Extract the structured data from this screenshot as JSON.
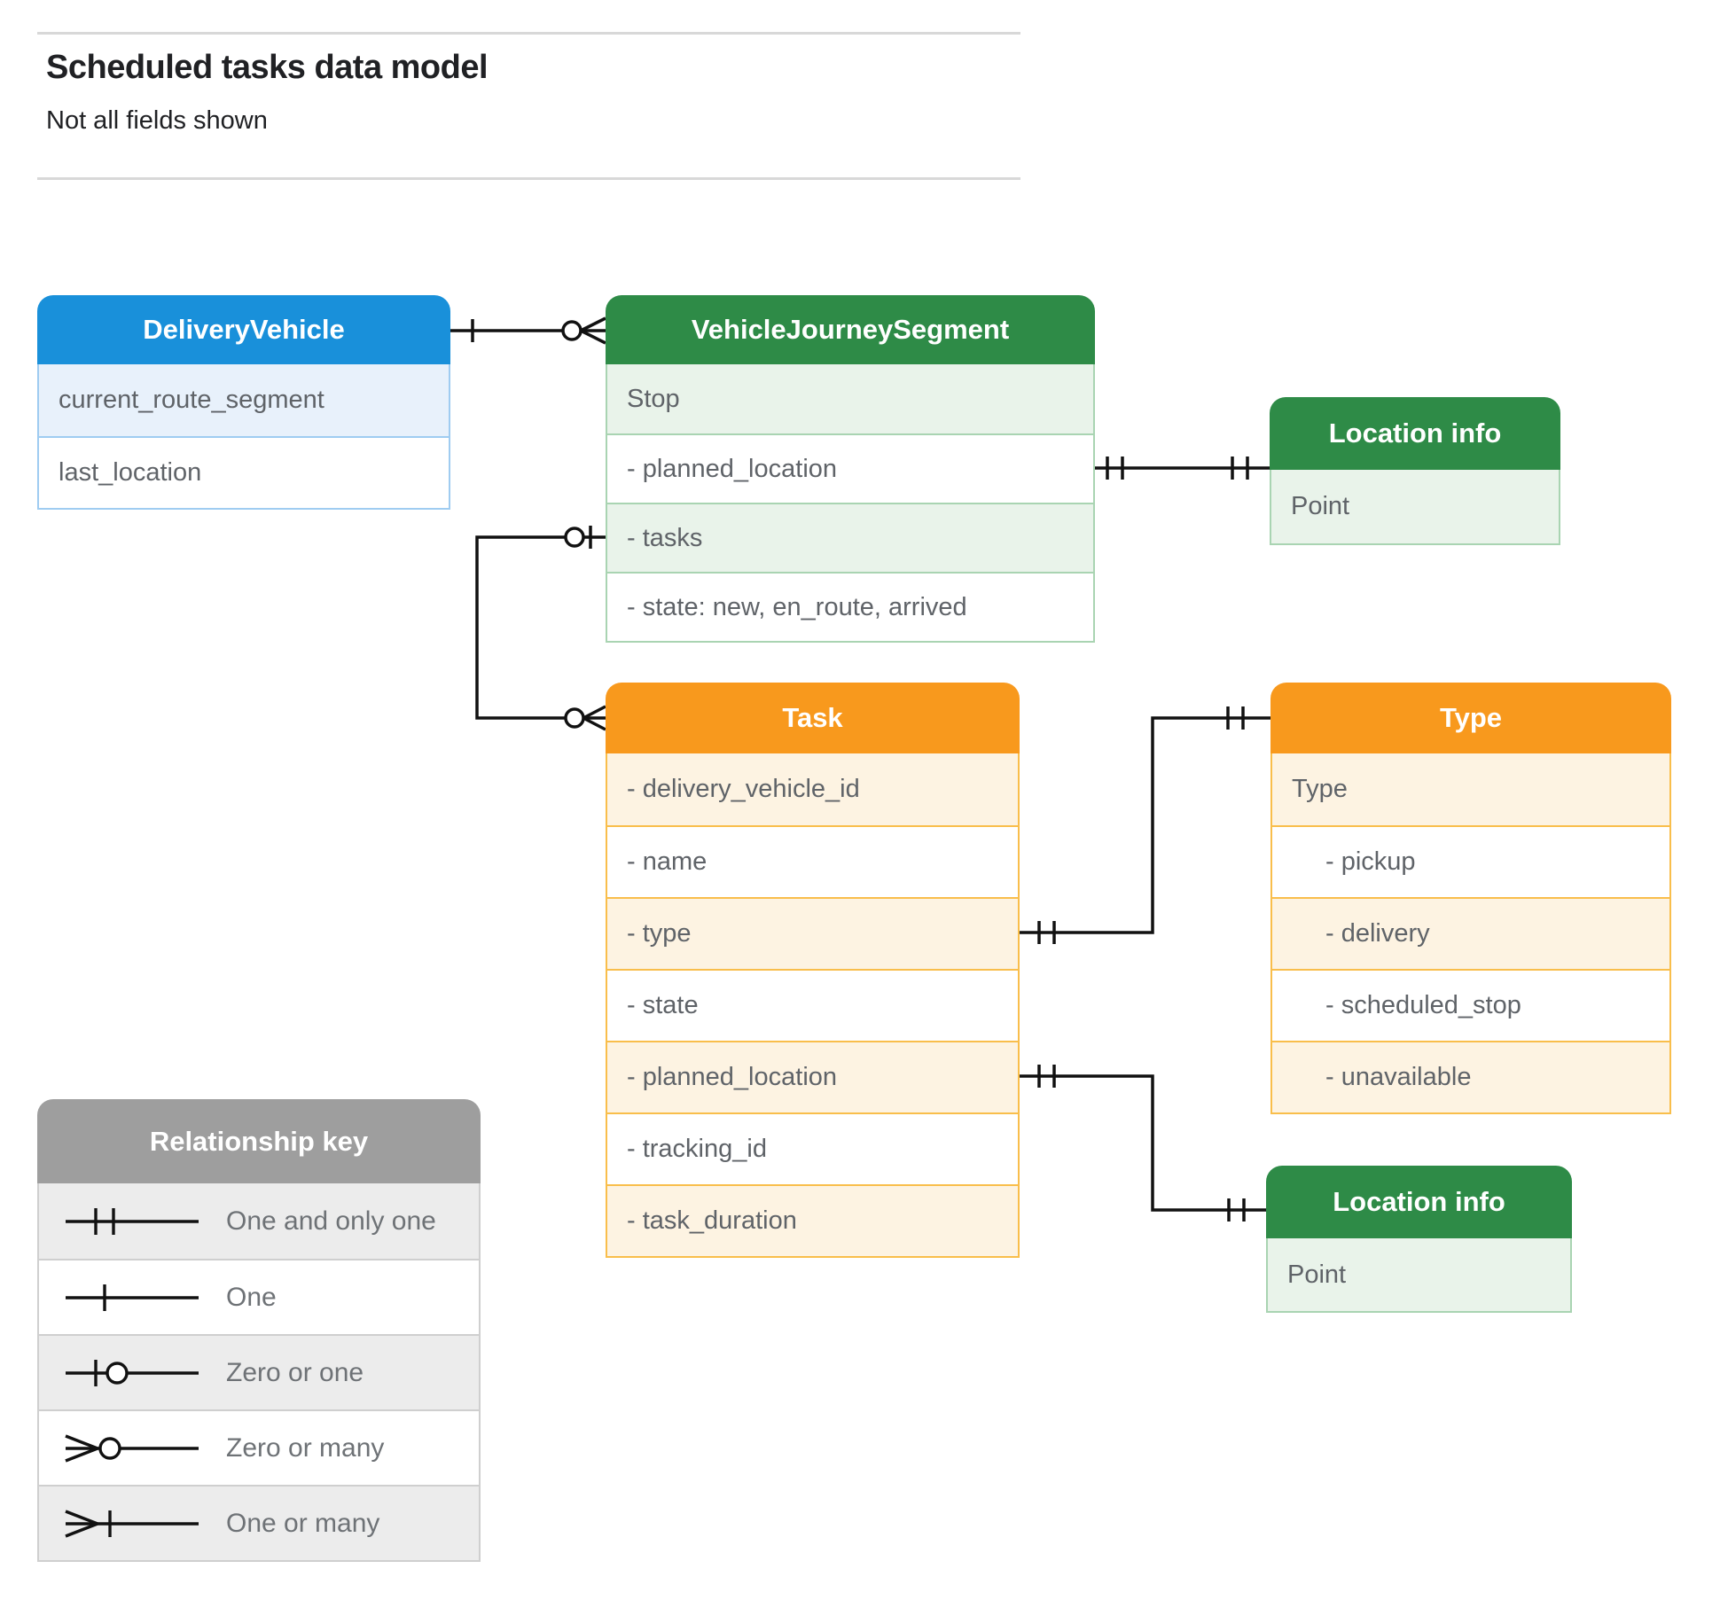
{
  "header": {
    "title": "Scheduled tasks data model",
    "subtitle": "Not all fields shown"
  },
  "entities": [
    {
      "id": "delivery-vehicle",
      "title": "DeliveryVehicle",
      "theme": "blue",
      "rows": [
        {
          "text": "current_route_segment"
        },
        {
          "text": "last_location"
        }
      ]
    },
    {
      "id": "vehicle-journey-segment",
      "title": "VehicleJourneySegment",
      "theme": "green",
      "rows": [
        {
          "text": "Stop"
        },
        {
          "text": "- planned_location"
        },
        {
          "text": "- tasks"
        },
        {
          "text": "- state: new, en_route, arrived"
        }
      ]
    },
    {
      "id": "location-info-top",
      "title": "Location info",
      "theme": "green",
      "rows": [
        {
          "text": "Point"
        }
      ]
    },
    {
      "id": "task",
      "title": "Task",
      "theme": "orange",
      "rows": [
        {
          "text": "- delivery_vehicle_id"
        },
        {
          "text": "- name"
        },
        {
          "text": "- type"
        },
        {
          "text": "- state"
        },
        {
          "text": "- planned_location"
        },
        {
          "text": "- tracking_id"
        },
        {
          "text": "- task_duration"
        }
      ]
    },
    {
      "id": "type",
      "title": "Type",
      "theme": "orange",
      "rows": [
        {
          "text": "Type"
        },
        {
          "text": "- pickup",
          "indent": true
        },
        {
          "text": "- delivery",
          "indent": true
        },
        {
          "text": "- scheduled_stop",
          "indent": true
        },
        {
          "text": "- unavailable",
          "indent": true
        }
      ]
    },
    {
      "id": "location-info-bottom",
      "title": "Location info",
      "theme": "green",
      "rows": [
        {
          "text": "Point"
        }
      ]
    }
  ],
  "legend": {
    "title": "Relationship key",
    "items": [
      {
        "symbol": "one-and-only-one",
        "label": "One and only one"
      },
      {
        "symbol": "one",
        "label": "One"
      },
      {
        "symbol": "zero-or-one",
        "label": "Zero or one"
      },
      {
        "symbol": "zero-or-many",
        "label": "Zero or many"
      },
      {
        "symbol": "one-or-many",
        "label": "One or many"
      }
    ]
  },
  "connectors": [
    {
      "from": "DeliveryVehicle",
      "from_cardinality": "one",
      "to": "VehicleJourneySegment",
      "to_cardinality": "zero-or-many"
    },
    {
      "from": "VehicleJourneySegment.planned_location",
      "from_cardinality": "one-and-only-one",
      "to": "Location info",
      "to_cardinality": "one-and-only-one"
    },
    {
      "from": "VehicleJourneySegment.tasks",
      "from_cardinality": "zero-or-one",
      "to": "Task",
      "to_cardinality": "zero-or-many"
    },
    {
      "from": "Task.type",
      "from_cardinality": "one-and-only-one",
      "to": "Type",
      "to_cardinality": "one-and-only-one"
    },
    {
      "from": "Task.planned_location",
      "from_cardinality": "one-and-only-one",
      "to": "Location info",
      "to_cardinality": "one-and-only-one"
    }
  ],
  "colors": {
    "blue": "#1990da",
    "blue_row": "#e8f1fb",
    "blue_border": "#9fccf1",
    "green": "#2e8b47",
    "green_row": "#e9f3ea",
    "green_border": "#a9d4b2",
    "orange": "#f8991d",
    "orange_row": "#fdf3e2",
    "orange_border": "#f9be4b",
    "gray": "#9e9e9e",
    "gray_row": "#ececec",
    "gray_border": "#cfcfcf",
    "line": "#111111",
    "row_text": "#5f6368",
    "legend_text": "#6e7276",
    "title_text": "#202124",
    "rule": "#d8d8d8"
  }
}
